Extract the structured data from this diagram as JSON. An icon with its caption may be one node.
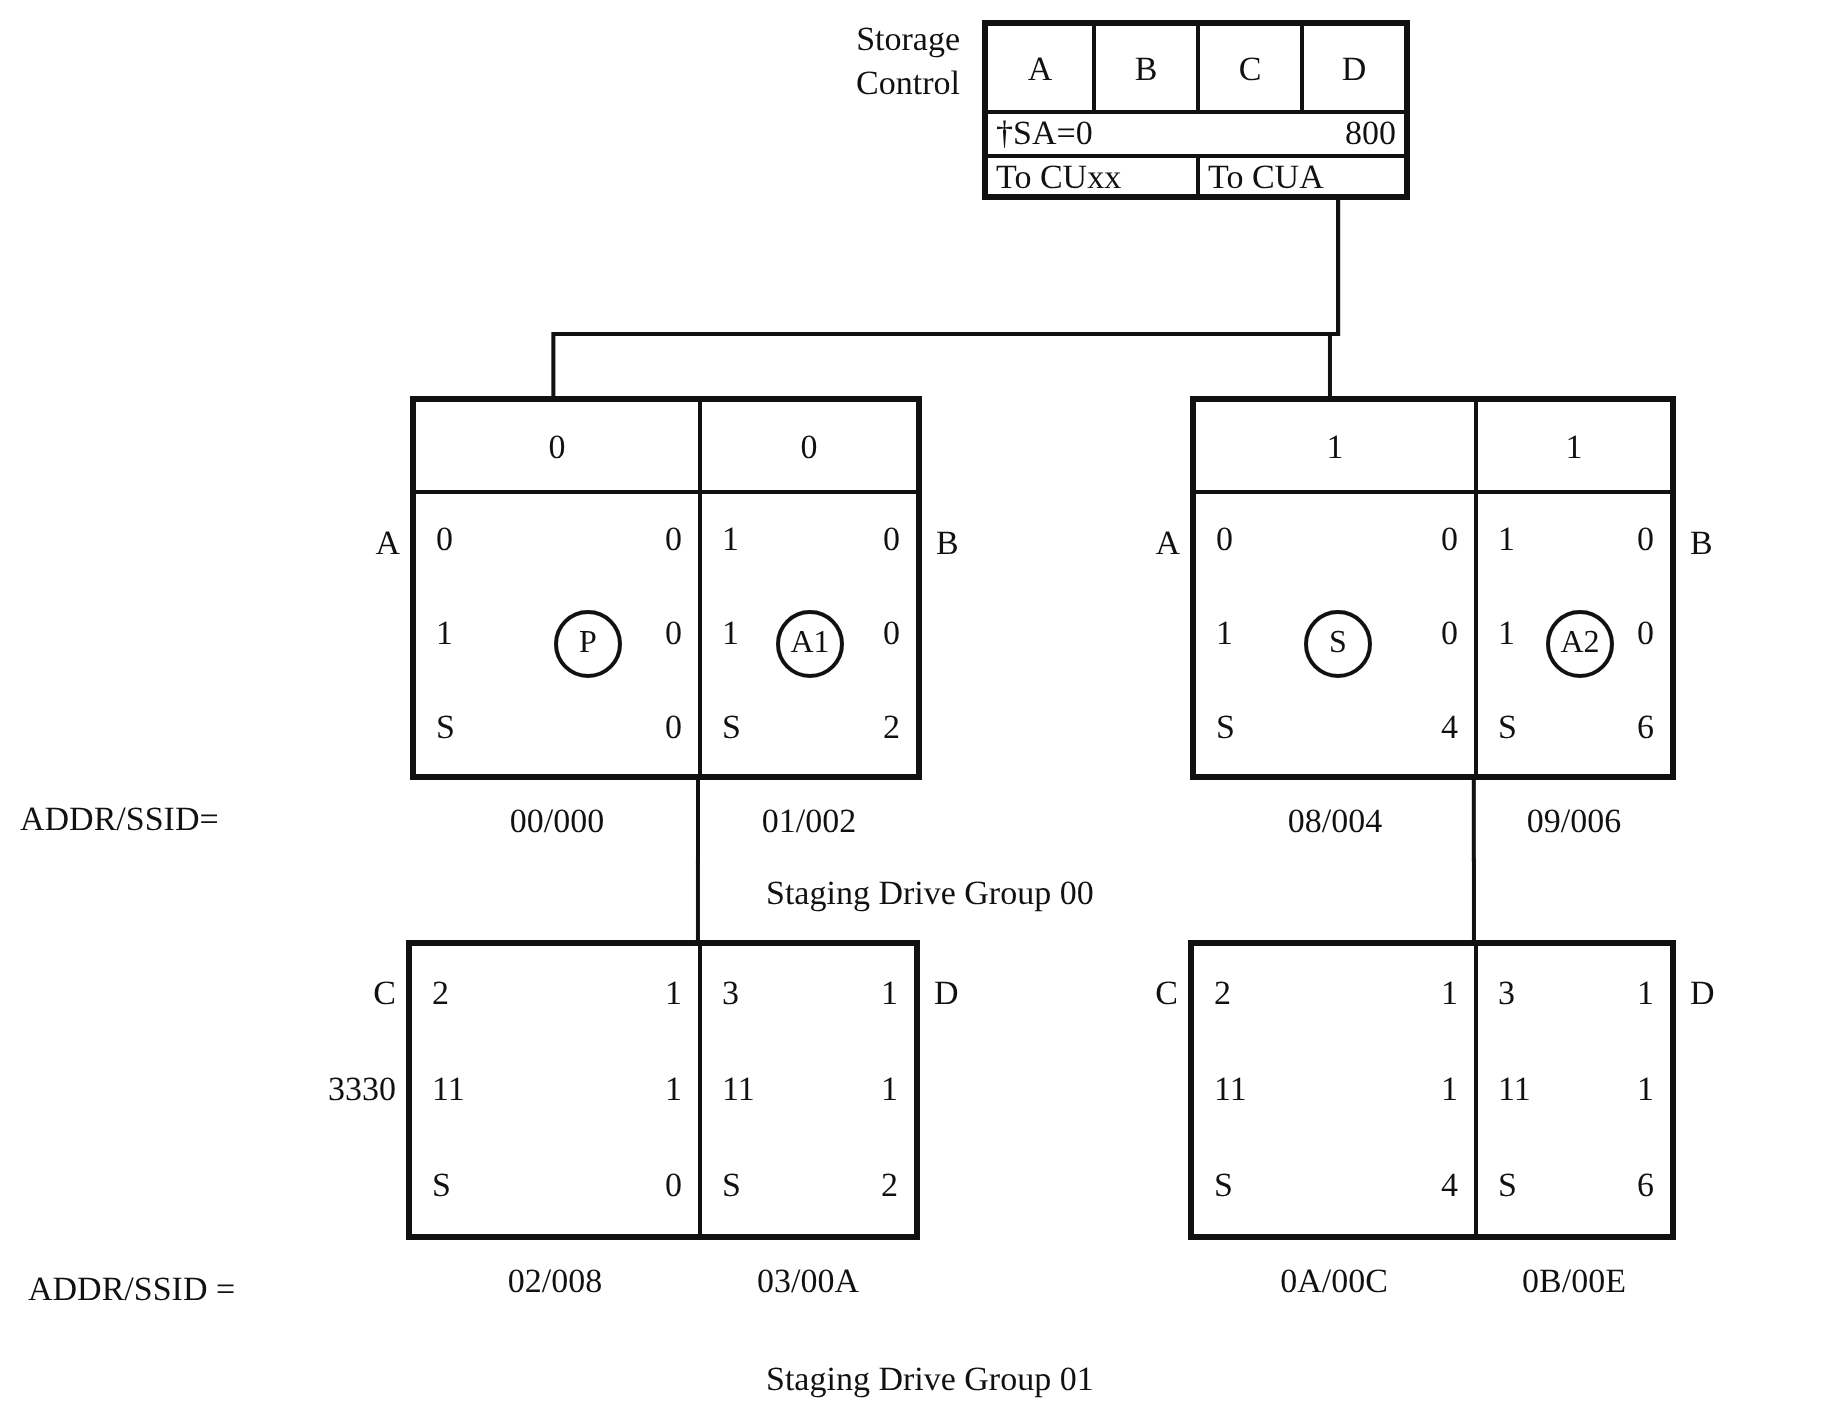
{
  "diagram": {
    "nodes": [
      {
        "text": [
          "Storage Control",
          "A",
          "B",
          "C",
          "D",
          "†SA=0",
          "800",
          "To CUxx",
          "To CUA"
        ]
      },
      {
        "text": [],
        "shape": "box",
        "beside": [
          "A",
          "B"
        ]
      },
      {
        "text": [
          "0",
          "0",
          "0",
          "1",
          "0",
          "S",
          "0"
        ],
        "in": 1,
        "beside": [
          "00/000"
        ]
      },
      {
        "text": [
          "P"
        ],
        "in": 2
      },
      {
        "text": [
          "0",
          "1",
          "0",
          "1",
          "0",
          "S",
          "2"
        ],
        "in": 1,
        "beside": [
          "01/002"
        ]
      },
      {
        "text": [
          "A1"
        ],
        "in": 4
      },
      {
        "text": [],
        "shape": "box",
        "beside": [
          "A",
          "B"
        ]
      },
      {
        "text": [
          "1",
          "0",
          "0",
          "1",
          "0",
          "S",
          "4"
        ],
        "in": 6,
        "beside": [
          "08/004"
        ]
      },
      {
        "text": [
          "S"
        ],
        "in": 7
      },
      {
        "text": [
          "1",
          "1",
          "0",
          "1",
          "0",
          "S",
          "6"
        ],
        "in": 6,
        "beside": [
          "09/006"
        ]
      },
      {
        "text": [
          "A2"
        ],
        "in": 9
      },
      {
        "text": [],
        "shape": "box",
        "beside": [
          "C",
          "3330",
          "D"
        ]
      },
      {
        "text": [
          "2",
          "1",
          "11",
          "1",
          "S",
          "0"
        ],
        "in": 11,
        "beside": [
          "02/008"
        ]
      },
      {
        "text": [
          "3",
          "1",
          "11",
          "1",
          "S",
          "2"
        ],
        "in": 11,
        "beside": [
          "03/00A"
        ]
      },
      {
        "text": [],
        "shape": "box",
        "beside": [
          "C",
          "D"
        ]
      },
      {
        "text": [
          "2",
          "1",
          "11",
          "1",
          "S",
          "4"
        ],
        "in": 14,
        "beside": [
          "0A/00C"
        ]
      },
      {
        "text": [
          "3",
          "1",
          "11",
          "1",
          "S",
          "6"
        ],
        "in": 14,
        "beside": [
          "0B/00E"
        ]
      }
    ],
    "edges": [
      {
        "from": 0,
        "to": 1,
        "arrow": "none"
      },
      {
        "from": 0,
        "to": 6,
        "arrow": "none"
      },
      {
        "from": 1,
        "to": 11,
        "arrow": "none"
      },
      {
        "from": 6,
        "to": 14,
        "arrow": "none"
      }
    ],
    "labels": [
      "ADDR/SSID=",
      "Staging Drive Group 00",
      "ADDR/SSID =",
      "Staging Drive Group 01"
    ]
  }
}
